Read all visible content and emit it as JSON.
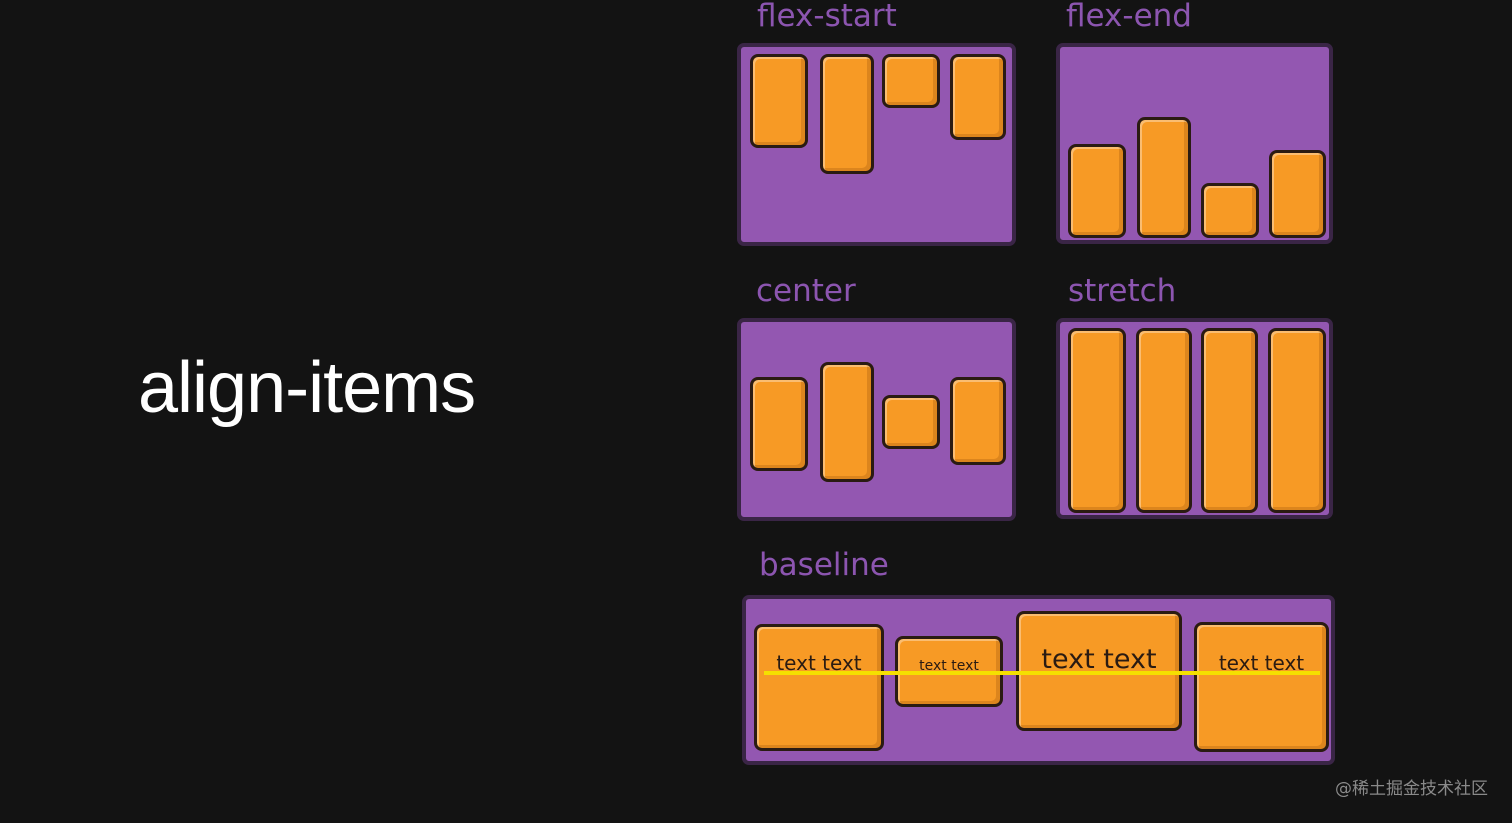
{
  "title": "align-items",
  "colors": {
    "background": "#131313",
    "container": "#9357b1",
    "item": "#f79a25",
    "label": "#8c55b0",
    "baseline": "#f5e000"
  },
  "panels": {
    "flex_start": {
      "label": "flex-start"
    },
    "flex_end": {
      "label": "flex-end"
    },
    "center": {
      "label": "center"
    },
    "stretch": {
      "label": "stretch"
    },
    "baseline": {
      "label": "baseline",
      "items": [
        {
          "text": "text text"
        },
        {
          "text": "text text"
        },
        {
          "text": "text text"
        },
        {
          "text": "text text"
        }
      ]
    }
  },
  "watermark": "@稀土掘金技术社区"
}
